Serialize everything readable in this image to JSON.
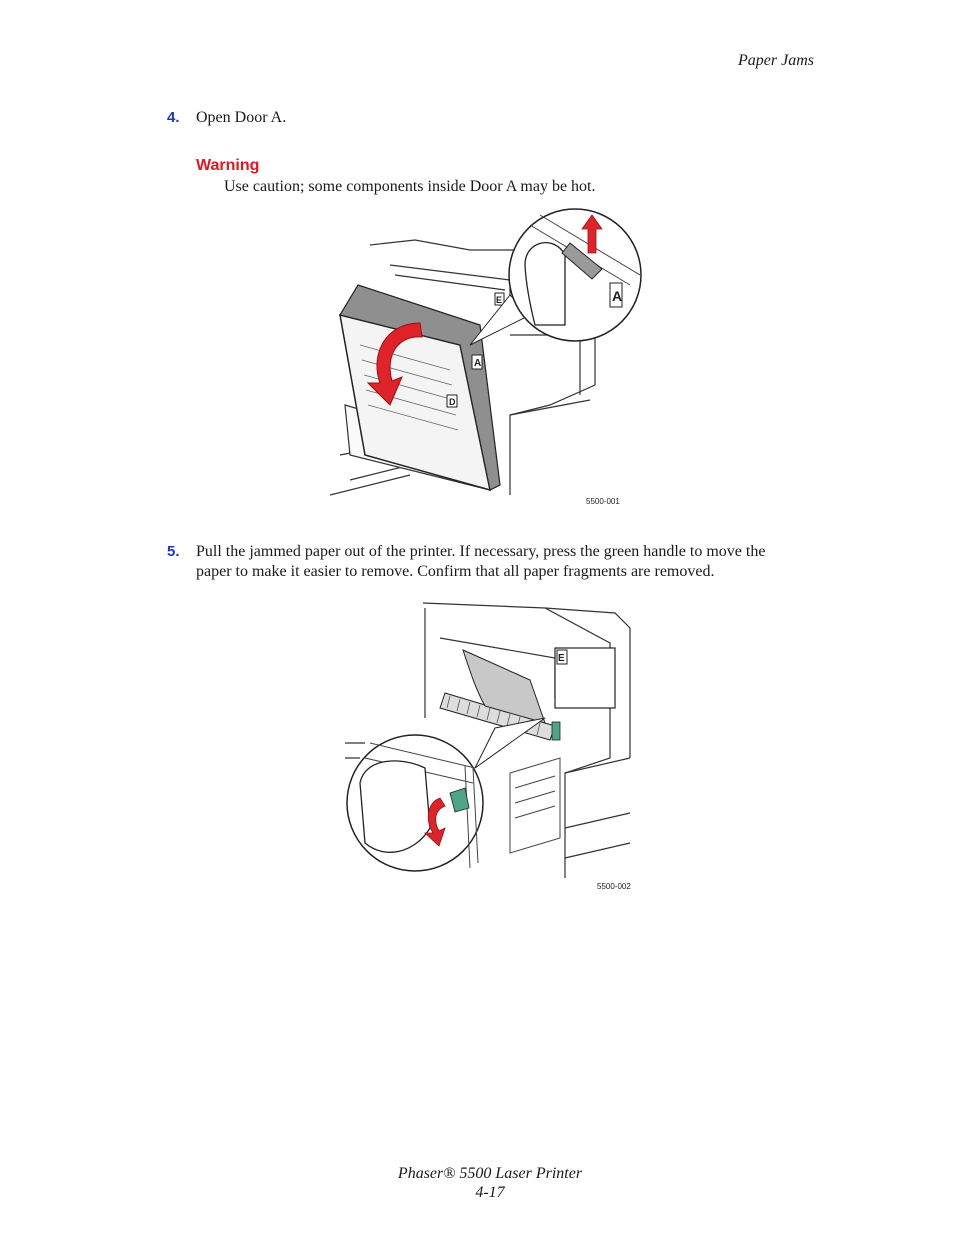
{
  "header": {
    "section": "Paper Jams"
  },
  "steps": [
    {
      "number": "4.",
      "text": "Open Door A."
    },
    {
      "number": "5.",
      "line1": "Pull the jammed paper out of the printer. If necessary, press the green handle to move the",
      "line2": "paper to make it easier to remove. Confirm that all paper fragments are removed."
    }
  ],
  "warning": {
    "title": "Warning",
    "text": "Use caution; some components inside Door A may be hot."
  },
  "figures": [
    {
      "id": "5500-001",
      "door_labels": [
        "A",
        "D",
        "E"
      ]
    },
    {
      "id": "5500-002",
      "door_labels": [
        "E"
      ]
    }
  ],
  "colors": {
    "step_number": "#1f33c8",
    "warning": "#e8141d",
    "arrow": "#e0232a",
    "green_handle": "#4fa58a"
  },
  "footer": {
    "product": "Phaser® 5500 Laser Printer",
    "page": "4-17"
  }
}
